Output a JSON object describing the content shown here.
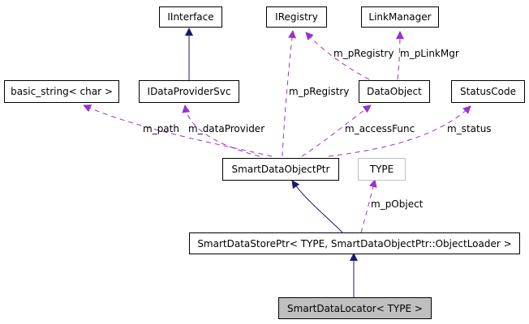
{
  "colors": {
    "inherit": "#191970",
    "usage": "#9a32cd",
    "focus_fill": "#bfbfbf"
  },
  "nodes": {
    "iinterface": "IInterface",
    "iregistry": "IRegistry",
    "linkmanager": "LinkManager",
    "basic_string": "basic_string< char >",
    "idataprovidersvc": "IDataProviderSvc",
    "dataobject": "DataObject",
    "statuscode": "StatusCode",
    "smartdataobjectptr": "SmartDataObjectPtr",
    "type": "TYPE",
    "smartdatastoreptr": "SmartDataStorePtr< TYPE, SmartDataObjectPtr::ObjectLoader >",
    "smartdatalocator": "SmartDataLocator< TYPE >"
  },
  "edge_labels": {
    "do_registry": "m_pRegistry",
    "do_linkmgr": "m_pLinkMgr",
    "sdop_registry": "m_pRegistry",
    "path": "m_path",
    "dataprovider": "m_dataProvider",
    "accessfunc": "m_accessFunc",
    "status": "m_status",
    "pobject": "m_pObject"
  }
}
